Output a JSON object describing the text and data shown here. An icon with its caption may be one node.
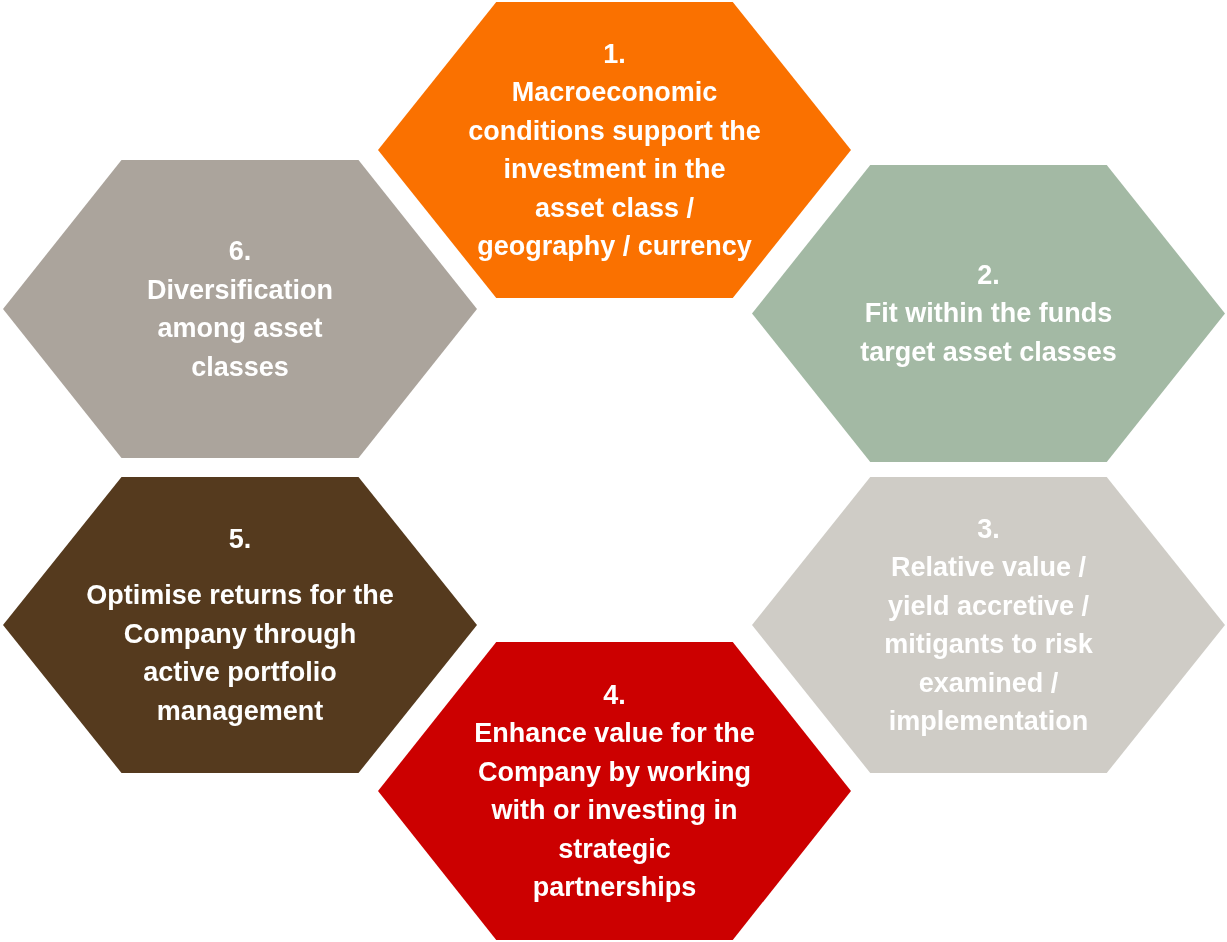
{
  "diagram": {
    "nodes": [
      {
        "text": [
          "1.",
          "Macroeconomic conditions support the investment in the asset class / geography / currency"
        ]
      },
      {
        "text": [
          "2.",
          "Fit within the funds target asset classes"
        ]
      },
      {
        "text": [
          "3.",
          "Relative value / yield accretive / mitigants to risk examined / implementation"
        ]
      },
      {
        "text": [
          "4.",
          "Enhance value for the Company by working with or investing in strategic partnerships"
        ]
      },
      {
        "text": [
          "5.",
          "Optimise returns for the Company through active portfolio management"
        ]
      },
      {
        "text": [
          "6.",
          "Diversification among asset classes"
        ]
      }
    ]
  }
}
